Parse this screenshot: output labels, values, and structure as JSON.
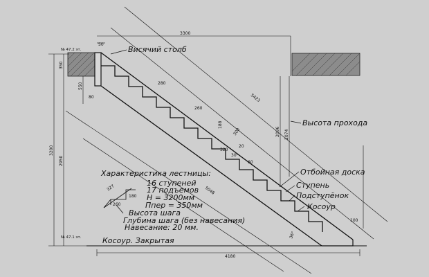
{
  "labels": {
    "hanging_post": "Висячий столб",
    "passage_height": "Высота прохода",
    "bump_board": "Отбойная доска",
    "step": "Ступень",
    "riser": "Подступёнок",
    "stringer": "Косоур",
    "stringer_closed": "Косоур. Закрытая"
  },
  "characteristics": {
    "title": "Характеристика лестницы:",
    "steps": "16 ступеней",
    "risers": "17 подъемов",
    "height": "H = 3200мм",
    "run": "Ппер = 350мм",
    "step_height": "Высота шага",
    "step_depth": "Глубина шага (без навесания)",
    "overhang": "Навесание: 20 мм."
  },
  "levels": {
    "top": "№ 47.2 эт.",
    "bottom": "№ 47.1 эт."
  },
  "dimensions": {
    "top_width": "3300",
    "post_width": "50",
    "total_length": "4180",
    "diag_long": "5423",
    "diag_inner": "5048",
    "height_total": "3200",
    "height_inner": "2950",
    "height_top": "350",
    "passage_a": "2096",
    "passage_b": "2074",
    "d80": "80",
    "d550": "550",
    "d280": "280",
    "d260": "260",
    "d300": "300",
    "d188": "188",
    "d20": "20",
    "d320": "320",
    "d30": "30°",
    "d100": "100",
    "d36": "36°",
    "d60": "60",
    "legend_d": "327",
    "legend_e": "180",
    "legend_h": "260"
  }
}
